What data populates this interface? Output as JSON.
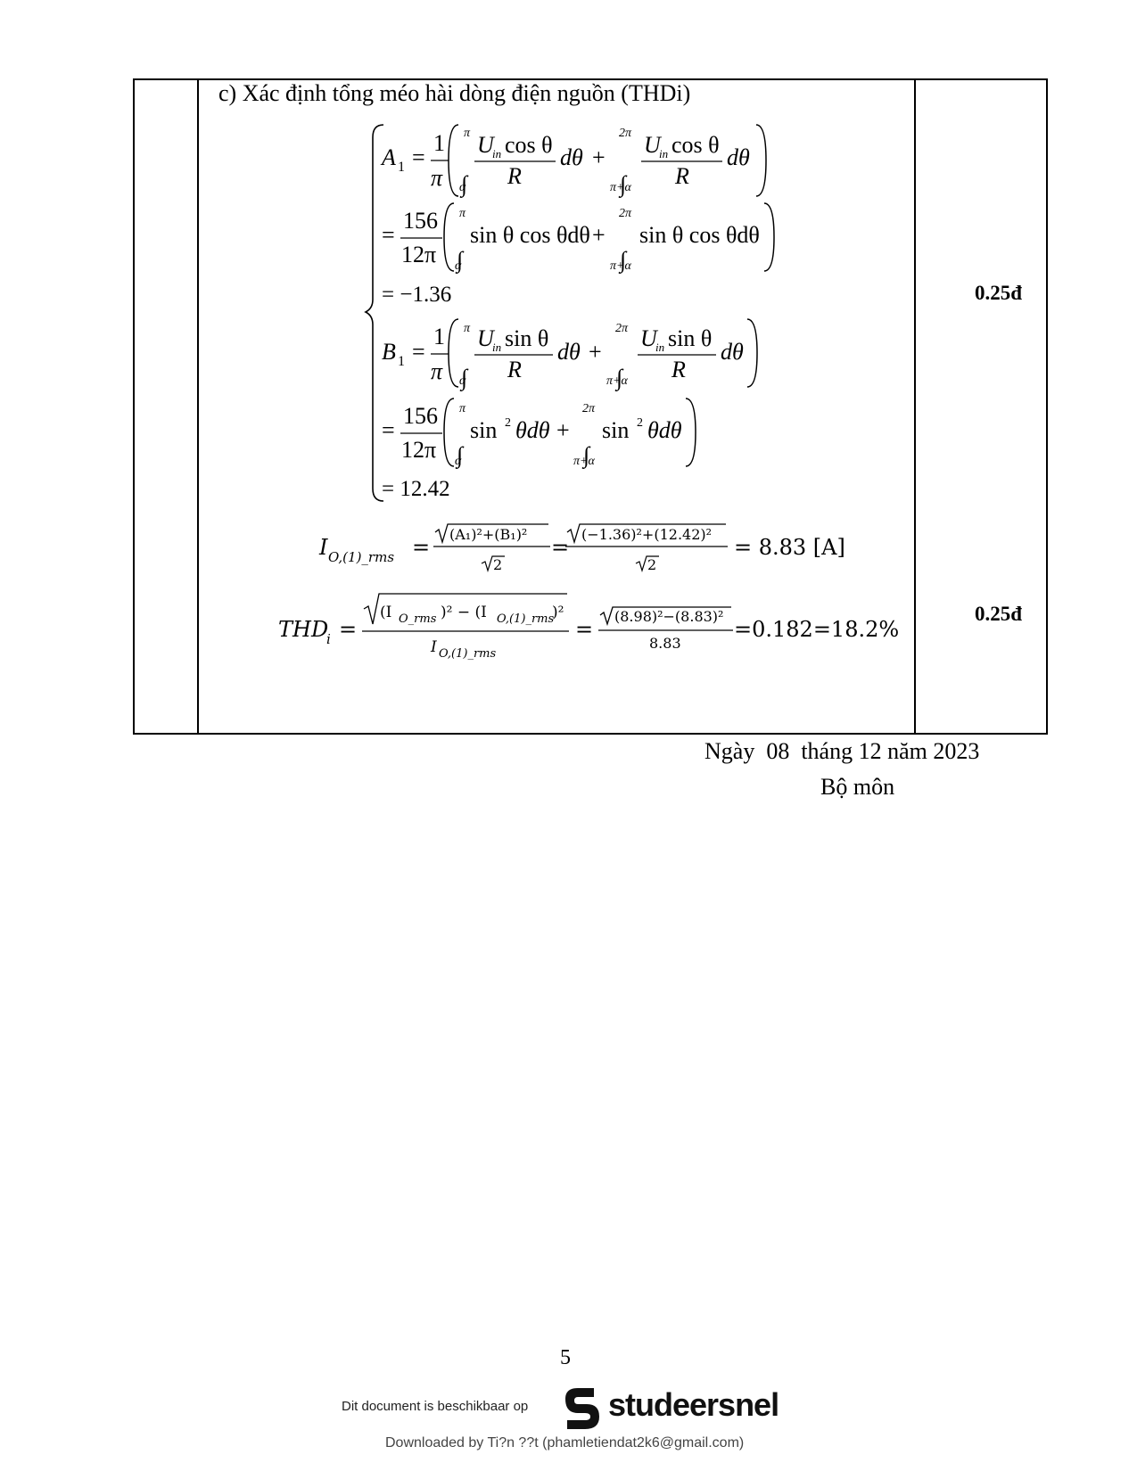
{
  "section": {
    "heading": "c) Xác định tổng méo hài dòng điện nguồn (THDi)"
  },
  "scores": [
    "0.25đ",
    "0.25đ"
  ],
  "system": {
    "a1_lhs": "A",
    "a1_sub": "1",
    "one": "1",
    "pi": "π",
    "uin": "U",
    "in": "in",
    "cos_theta": "cos θ",
    "sin_theta": "sin θ",
    "R": "R",
    "dtheta": "dθ",
    "plus": "+",
    "eq": "=",
    "upper_pi": "π",
    "upper_2pi": "2π",
    "lower_alpha": "α",
    "lower_pi_alpha": "π+α",
    "k_num": "156",
    "k_den": "12π",
    "sincos_1": "sin θ cos θdθ",
    "sincos_2": "sin θ cos θdθ",
    "a1_result": "= −1.36",
    "b1_lhs": "B",
    "b1_sub": "1",
    "sin2": "sin",
    "sq": "2",
    "sin2_tail": "θdθ",
    "b1_result": "= 12.42"
  },
  "irms": {
    "lhs_main": "I",
    "lhs_sub": "O,(1)_rms",
    "num1": "(A₁)²+(B₁)²",
    "num2": "(−1.36)²+(12.42)²",
    "den": "2",
    "result": "= 8.83 [A]"
  },
  "thd": {
    "lhs_main": "THD",
    "lhs_sub": "i",
    "num_a": "(I",
    "num_a_sub": "O_rms",
    "num_mid": ")² − (I",
    "num_b_sub": "O,(1)_rms",
    "num_end": ")²",
    "den_main": "I",
    "den_sub": "O,(1)_rms",
    "num2": "(8.98)²−(8.83)²",
    "den2": "8.83",
    "result": "=0.182=18.2%"
  },
  "footer": {
    "date": "Ngày  08  tháng 12 năm 2023",
    "department": "Bộ môn",
    "page_number": "5",
    "available": "Dit document is beschikbaar op",
    "brand": "studeersnel",
    "downloaded": "Downloaded by Ti?n ??t (phamletiendat2k6@gmail.com)"
  }
}
